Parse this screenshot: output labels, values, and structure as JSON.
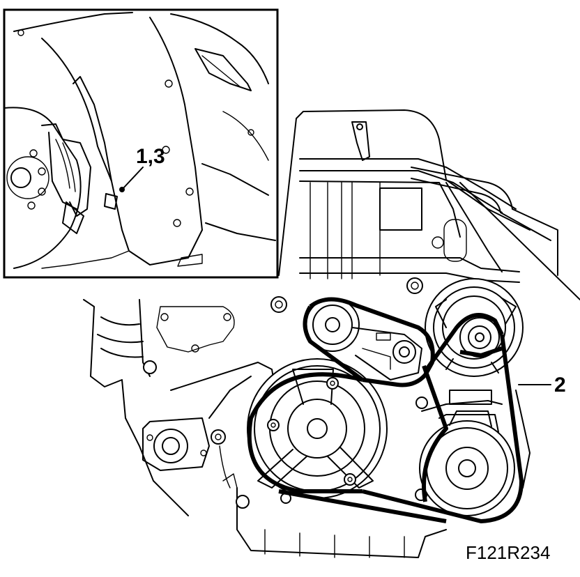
{
  "callouts": {
    "detail_label": "1,3",
    "belt_label": "2"
  },
  "figure_code": "F121R234"
}
